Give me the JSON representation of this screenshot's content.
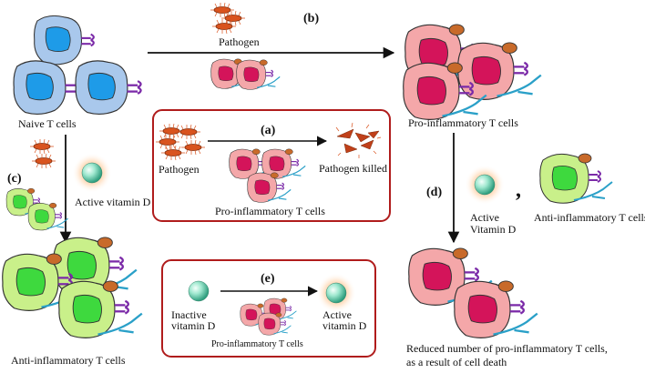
{
  "labels": {
    "naive_t_cells": "Naive T cells",
    "anti_inflammatory_t_cells": "Anti-inflammatory T cells",
    "pro_inflammatory_t_cells": "Pro-inflammatory T cells",
    "pathogen": "Pathogen",
    "pathogen_killed": "Pathogen killed",
    "active_vitamin_d": "Active vitamin D",
    "active_vitamin_d_line1": "Active",
    "active_vitamin_d_line2": "Vitamin D",
    "active_vitamin_d_e_line1": "Active",
    "active_vitamin_d_e_line2": "vitamin D",
    "inactive_vitamin_d_line1": "Inactive",
    "inactive_vitamin_d_line2": "vitamin D",
    "reduced_line1": "Reduced number of pro-inflammatory T cells,",
    "reduced_line2": "as a result of cell death",
    "comma": ","
  },
  "panels": {
    "a": "(a)",
    "b": "(b)",
    "c": "(c)",
    "d": "(d)",
    "e": "(e)"
  },
  "colors": {
    "naive_outer": "#a9c8ec",
    "naive_inner": "#1e9be8",
    "pro_outer": "#f4a7a9",
    "pro_inner": "#d4145a",
    "anti_outer": "#c9f08a",
    "anti_inner": "#3ed93e",
    "receptor": "#7b2aa8",
    "antigen": "#c86a2a",
    "tail": "#2aa0c8",
    "pathogen": "#d9531e",
    "box_border": "#b01c1c",
    "vitamin": "#7ed6b8"
  },
  "icons": [
    "naive-t-cell-icon",
    "pro-inflammatory-t-cell-icon",
    "anti-inflammatory-t-cell-icon",
    "pathogen-icon",
    "vitamin-d-sphere-icon",
    "arrow-icon"
  ]
}
